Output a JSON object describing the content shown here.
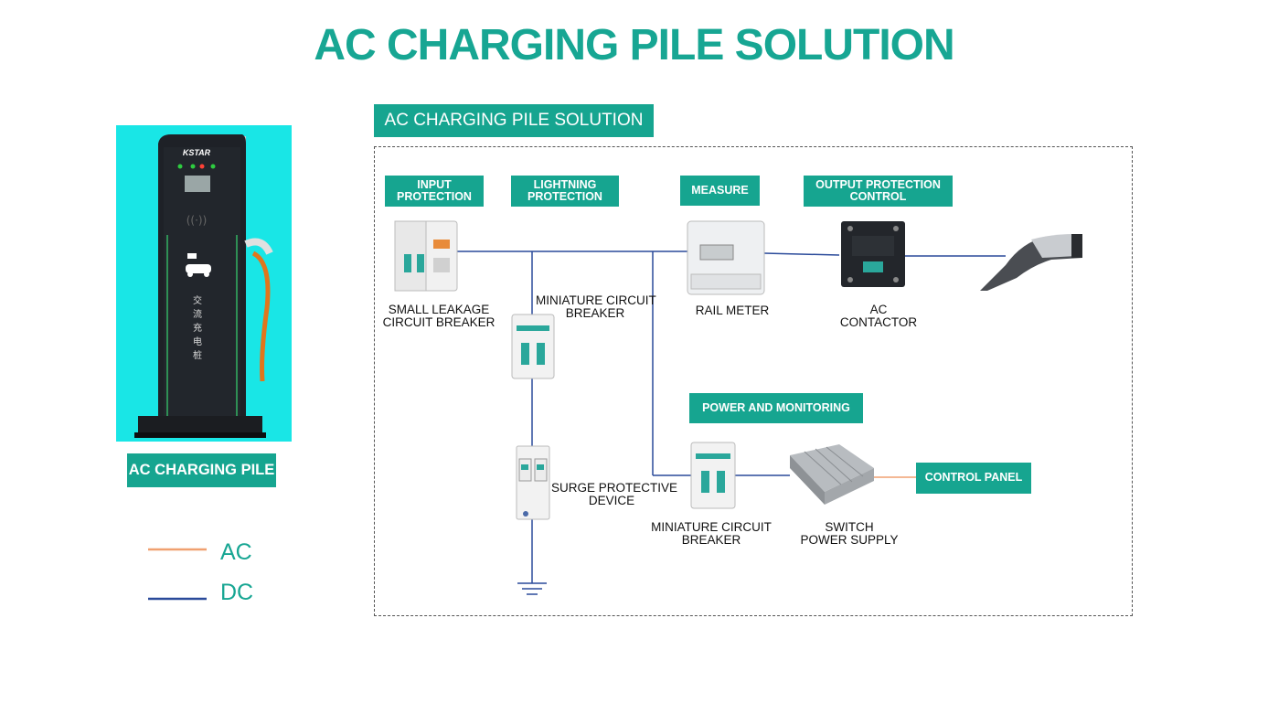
{
  "title": "AC CHARGING PILE SOLUTION",
  "pile": {
    "brand": "KSTAR",
    "chinese": [
      "交",
      "流",
      "充",
      "电",
      "桩"
    ],
    "caption": "AC CHARGING PILE"
  },
  "legend": {
    "ac_label": "AC",
    "dc_label": "DC",
    "ac_color": "#f0a070",
    "dc_color": "#2a4a9a"
  },
  "diagram": {
    "header": "AC CHARGING PILE SOLUTION",
    "sections": {
      "input_protection": "INPUT\nPROTECTION",
      "lightning_protection": "LIGHTNING\nPROTECTION",
      "measure": "MEASURE",
      "output_protection": "OUTPUT PROTECTION\nCONTROL",
      "power_monitoring": "POWER AND MONITORING",
      "control_panel": "CONTROL PANEL"
    },
    "components": {
      "small_leakage": "SMALL LEAKAGE\nCIRCUIT BREAKER",
      "mcb_top": "MINIATURE CIRCUIT\nBREAKER",
      "rail_meter": "RAIL METER",
      "ac_contactor": "AC\nCONTACTOR",
      "spd": "SURGE PROTECTIVE\nDEVICE",
      "mcb_bottom": "MINIATURE CIRCUIT\nBREAKER",
      "switch_psu": "SWITCH\nPOWER SUPPLY"
    }
  },
  "colors": {
    "accent": "#16a590",
    "line_blue": "#2a4a9a",
    "line_orange": "#f0a070"
  }
}
